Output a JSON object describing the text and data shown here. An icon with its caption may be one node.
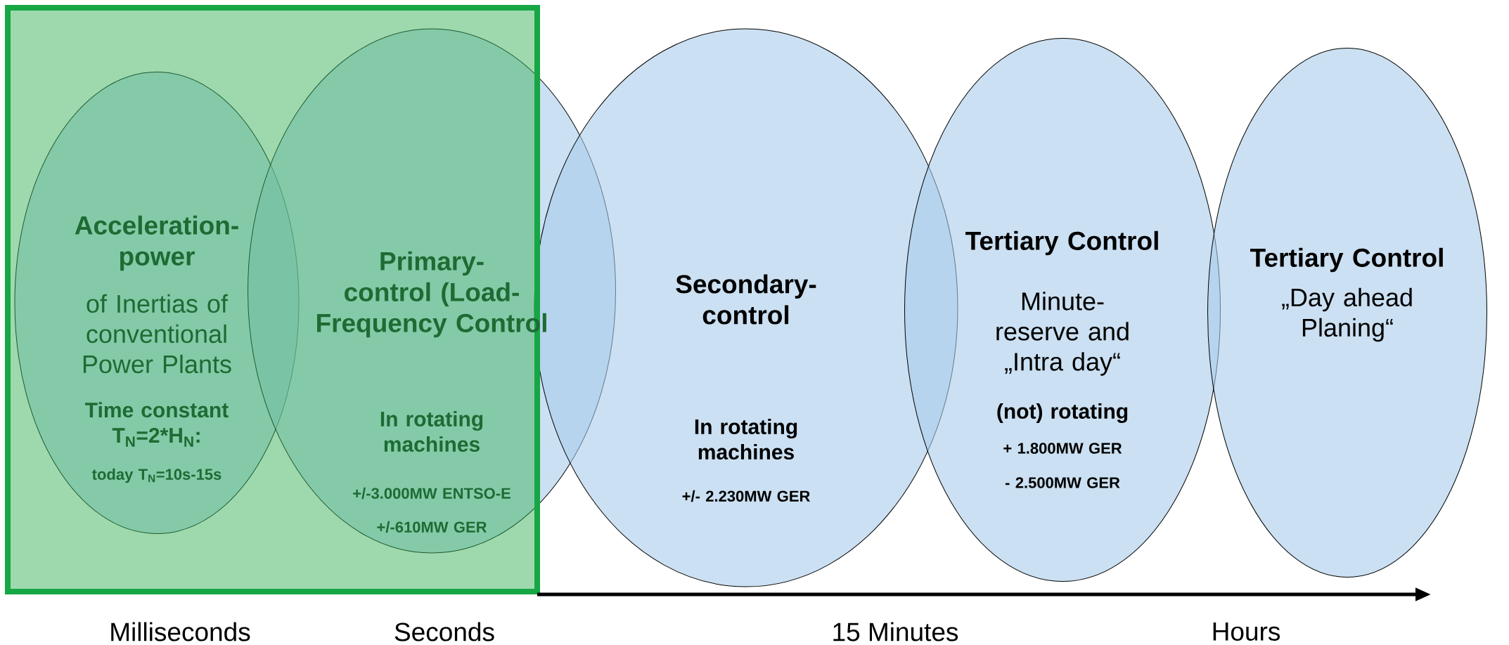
{
  "diagram": {
    "nodes": [
      {
        "text": [
          "Acceleration-power",
          "of Inertias of conventional Power Plants",
          "Time constant T$_{N}$=2*H$_{N}$:",
          "today T$_{N}$=10s-15s"
        ]
      },
      {
        "text": [
          "Primary-control (Load-Frequency Control",
          "In rotating machines",
          "+/-3.000MW ENTSO-E",
          "+/-610MW GER"
        ]
      },
      {
        "text": [
          "Secondary-control",
          "In rotating machines",
          "+/- 2.230MW GER"
        ]
      },
      {
        "text": [
          "Tertiary Control",
          "Minute-reserve and „Intra day“",
          "(not) rotating",
          "+ 1.800MW GER",
          "- 2.500MW GER"
        ]
      },
      {
        "text": [
          "Tertiary Control",
          "„Day ahead Planing“"
        ]
      }
    ],
    "labels": [
      "Milliseconds",
      "Seconds",
      "15 Minutes",
      "Hours"
    ]
  }
}
